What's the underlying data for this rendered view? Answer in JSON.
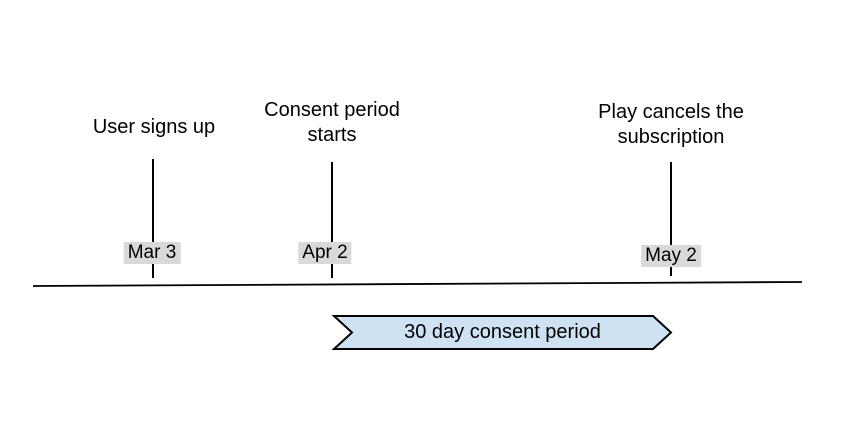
{
  "diagram": {
    "type": "timeline",
    "events": [
      {
        "label": "User signs up",
        "date": "Mar 3"
      },
      {
        "label": "Consent period\nstarts",
        "date": "Apr 2"
      },
      {
        "label": "Play cancels the\nsubscription",
        "date": "May 2"
      }
    ],
    "banner": {
      "label": "30 day consent period"
    },
    "colors": {
      "banner_fill": "#cfe2f3",
      "banner_border": "#000000",
      "date_badge_bg": "#d9d9d9",
      "line": "#000000",
      "text": "#000000"
    }
  }
}
